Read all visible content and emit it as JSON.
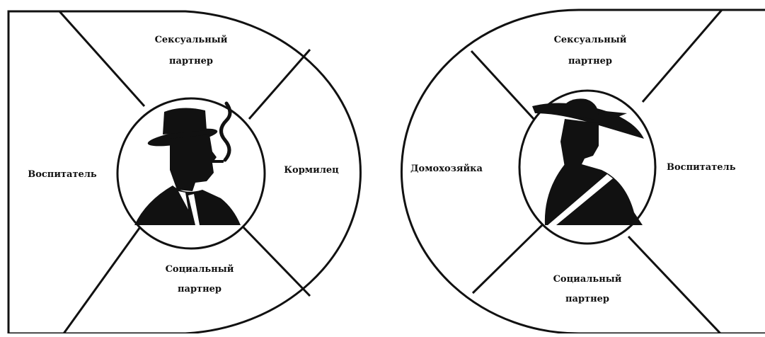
{
  "colors": {
    "ink": "#111111",
    "background": "#ffffff"
  },
  "left_diagram": {
    "figure_icon": "man-with-hat-smoking-icon",
    "roles": {
      "top": [
        "Сексуальный",
        "партнер"
      ],
      "left": "Воспитатель",
      "right": "Кормилец",
      "bottom": [
        "Социальный",
        "партнер"
      ]
    }
  },
  "right_diagram": {
    "figure_icon": "woman-with-hat-icon",
    "roles": {
      "top": [
        "Сексуальный",
        "партнер"
      ],
      "left": "Домохозяйка",
      "right": "Воспитатель",
      "bottom": [
        "Социальный",
        "партнер"
      ]
    }
  }
}
